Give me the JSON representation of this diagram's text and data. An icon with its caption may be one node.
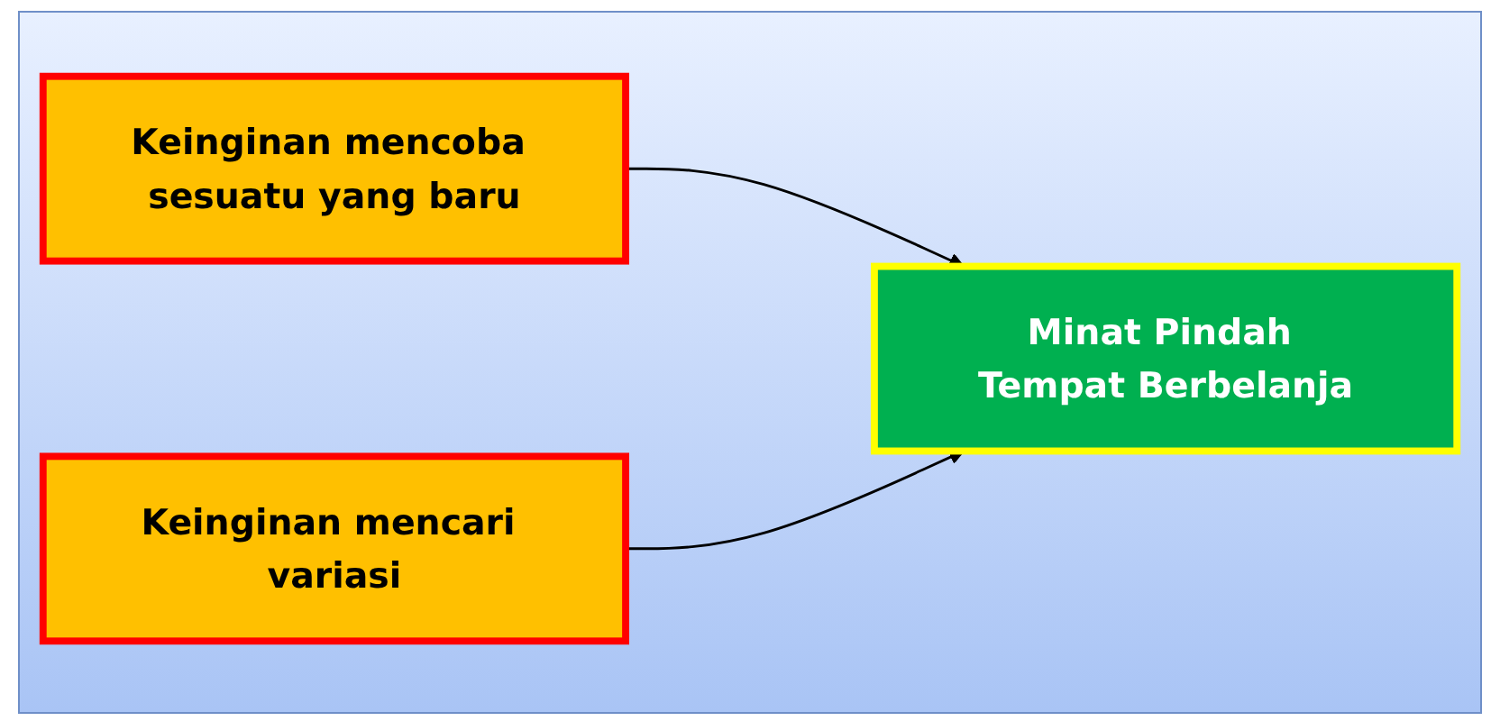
{
  "diagram": {
    "nodes": [
      {
        "text": [
          "Keinginan mencoba sesuatu yang baru"
        ]
      },
      {
        "text": [
          "Keinginan mencari variasi"
        ]
      },
      {
        "text": [
          "Minat Pindah Tempat Berbelanja"
        ]
      }
    ],
    "edges": [
      {
        "from": 0,
        "to": 2,
        "arrow": "to"
      },
      {
        "from": 1,
        "to": 2,
        "arrow": "to"
      }
    ]
  }
}
